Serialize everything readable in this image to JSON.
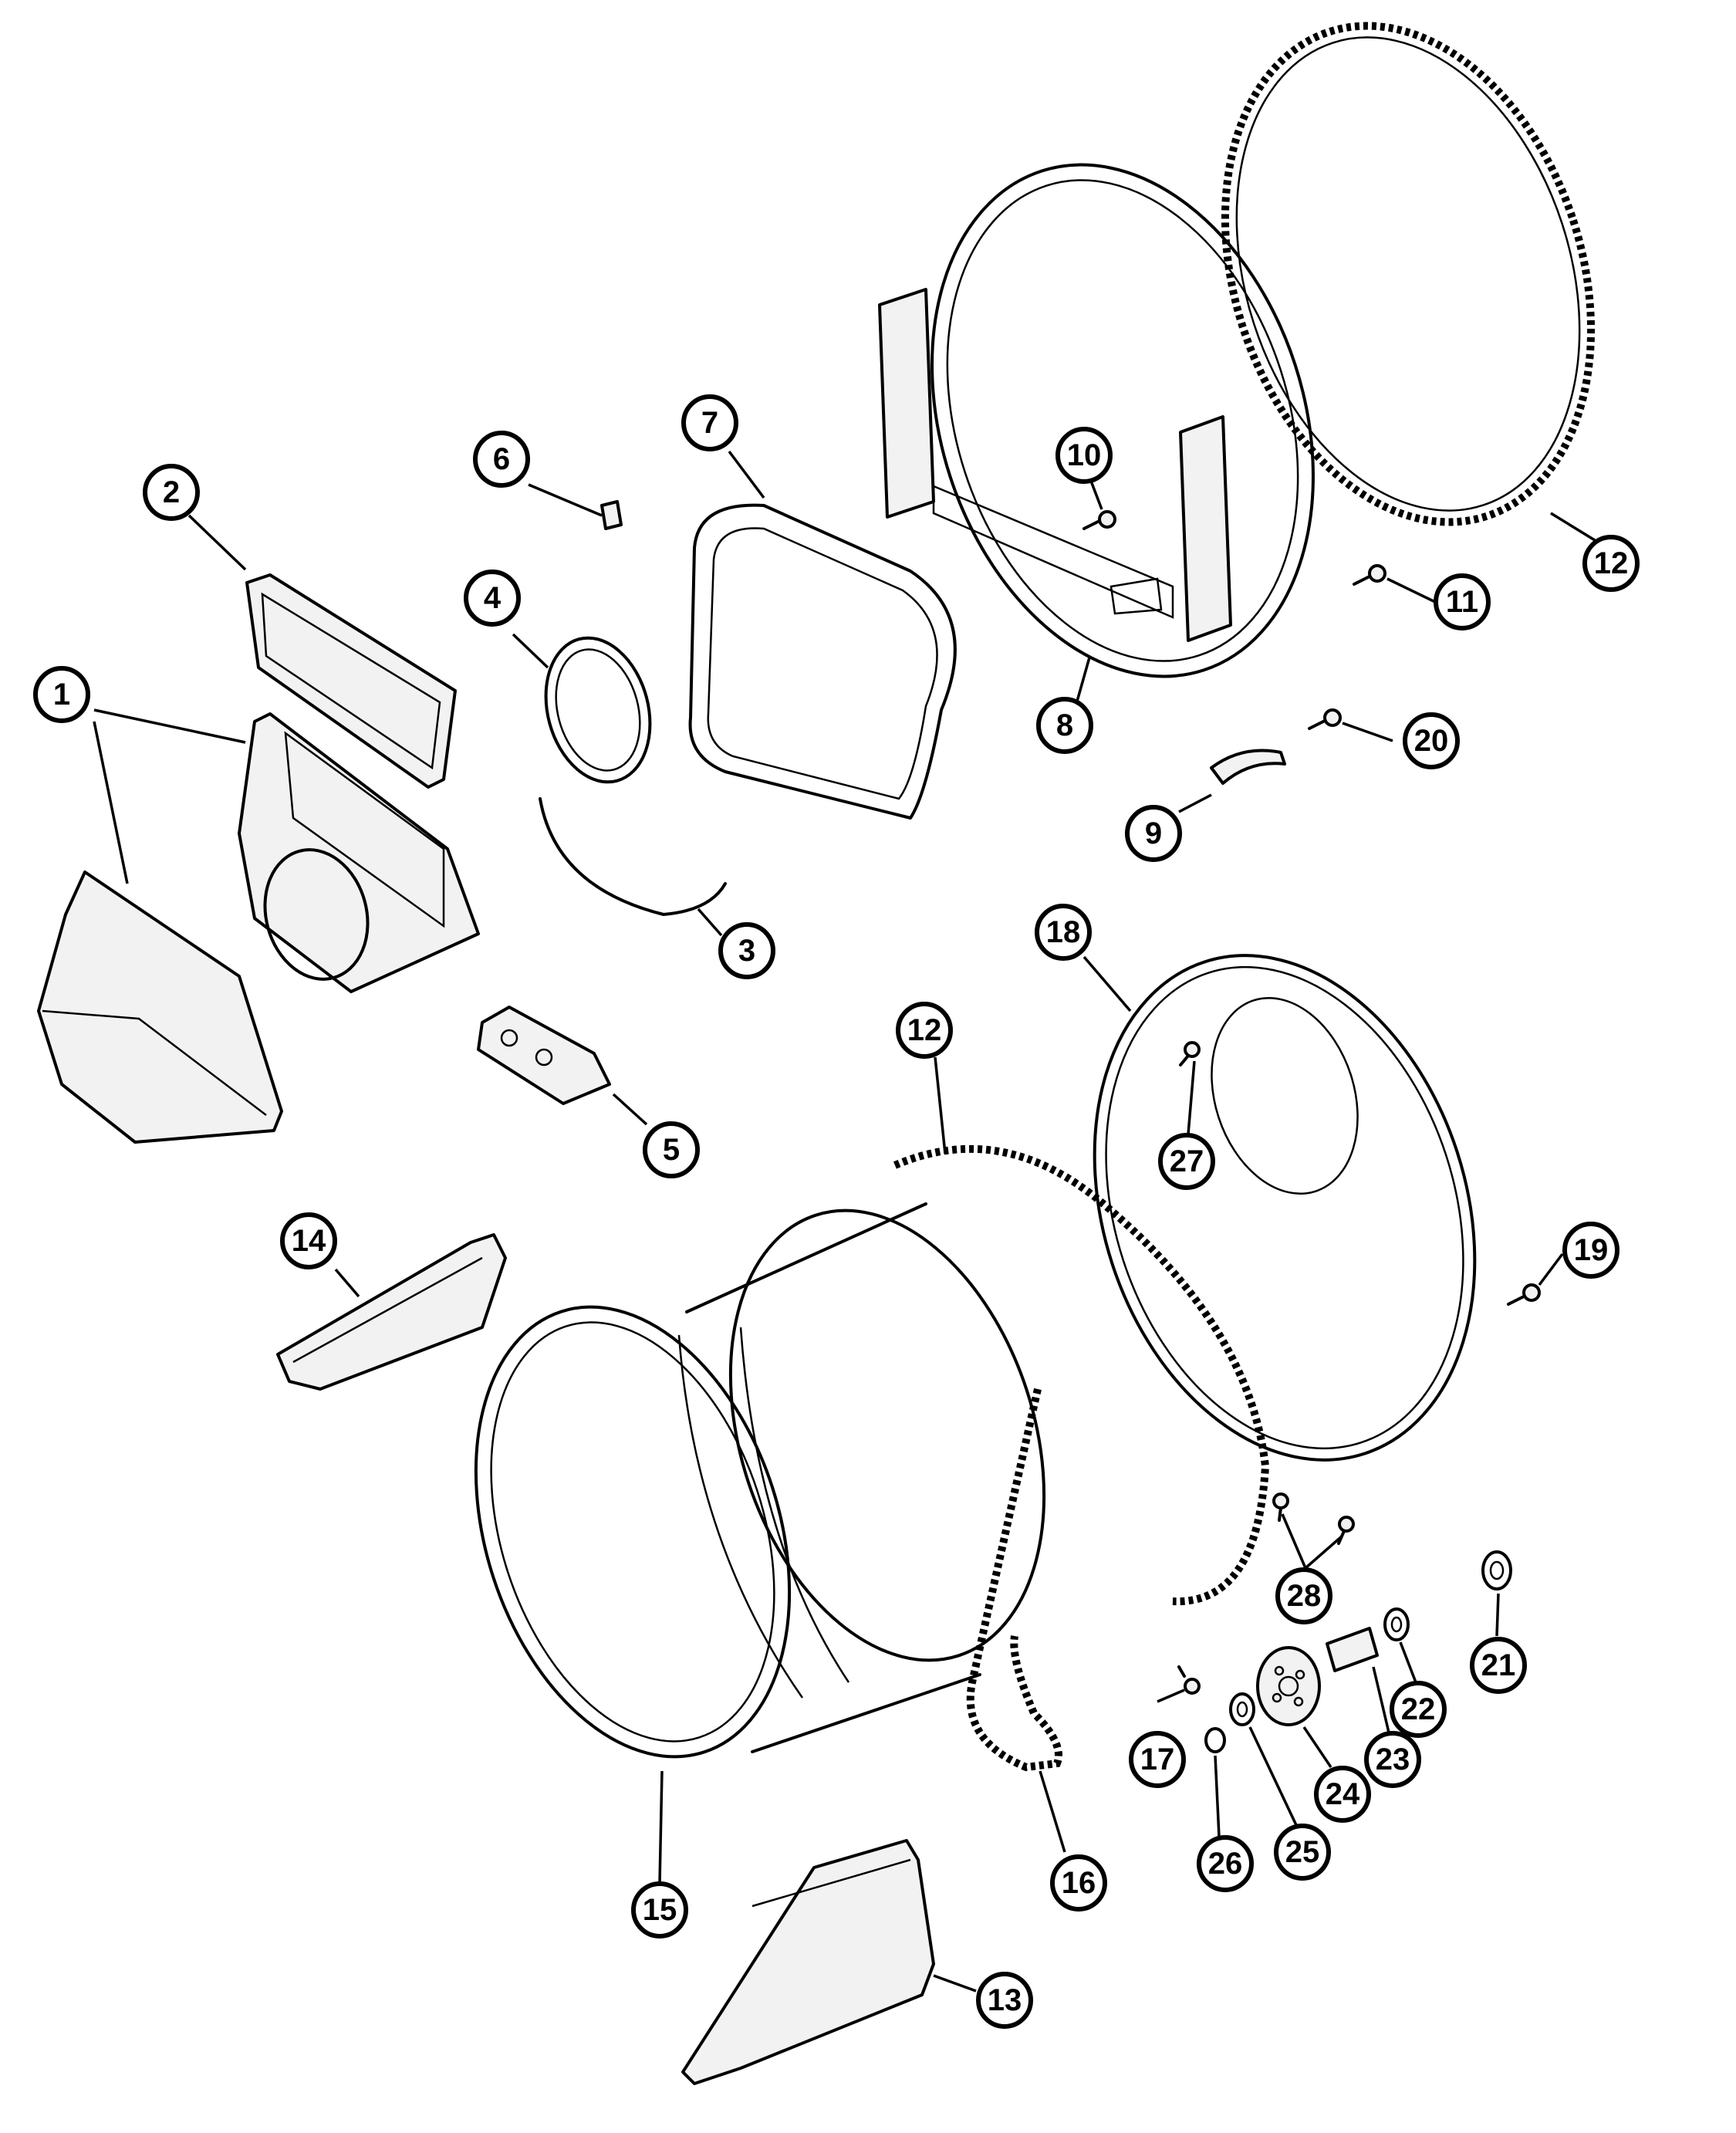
{
  "callouts": [
    {
      "id": "1",
      "label": "1"
    },
    {
      "id": "2",
      "label": "2"
    },
    {
      "id": "3",
      "label": "3"
    },
    {
      "id": "4",
      "label": "4"
    },
    {
      "id": "5",
      "label": "5"
    },
    {
      "id": "6",
      "label": "6"
    },
    {
      "id": "7",
      "label": "7"
    },
    {
      "id": "8",
      "label": "8"
    },
    {
      "id": "9",
      "label": "9"
    },
    {
      "id": "10",
      "label": "10"
    },
    {
      "id": "11",
      "label": "11"
    },
    {
      "id": "12a",
      "label": "12"
    },
    {
      "id": "12b",
      "label": "12"
    },
    {
      "id": "13",
      "label": "13"
    },
    {
      "id": "14",
      "label": "14"
    },
    {
      "id": "15",
      "label": "15"
    },
    {
      "id": "16",
      "label": "16"
    },
    {
      "id": "17",
      "label": "17"
    },
    {
      "id": "18",
      "label": "18"
    },
    {
      "id": "19",
      "label": "19"
    },
    {
      "id": "20",
      "label": "20"
    },
    {
      "id": "21",
      "label": "21"
    },
    {
      "id": "22",
      "label": "22"
    },
    {
      "id": "23",
      "label": "23"
    },
    {
      "id": "24",
      "label": "24"
    },
    {
      "id": "25",
      "label": "25"
    },
    {
      "id": "26",
      "label": "26"
    },
    {
      "id": "27",
      "label": "27"
    },
    {
      "id": "28",
      "label": "28"
    }
  ],
  "colors": {
    "line": "#000000",
    "background": "#ffffff",
    "fill": "#f2f2f2"
  }
}
